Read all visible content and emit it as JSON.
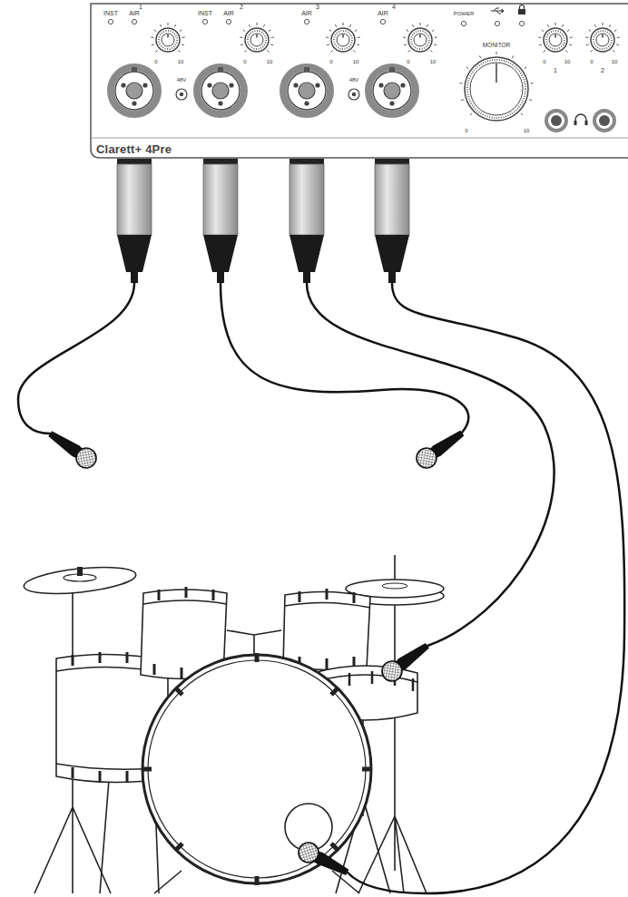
{
  "diagram": {
    "labels": [
      "INST",
      "AIR",
      "1",
      "0",
      "10",
      "INST",
      "AIR",
      "2",
      "0",
      "10",
      "AIR",
      "3",
      "0",
      "10",
      "AIR",
      "4",
      "0",
      "10",
      "POWER",
      "MONITOR",
      "0",
      "10",
      "0",
      "10",
      "1",
      "0",
      "10",
      "2",
      "48V",
      "48V",
      "Clarett+ 4Pre"
    ]
  }
}
